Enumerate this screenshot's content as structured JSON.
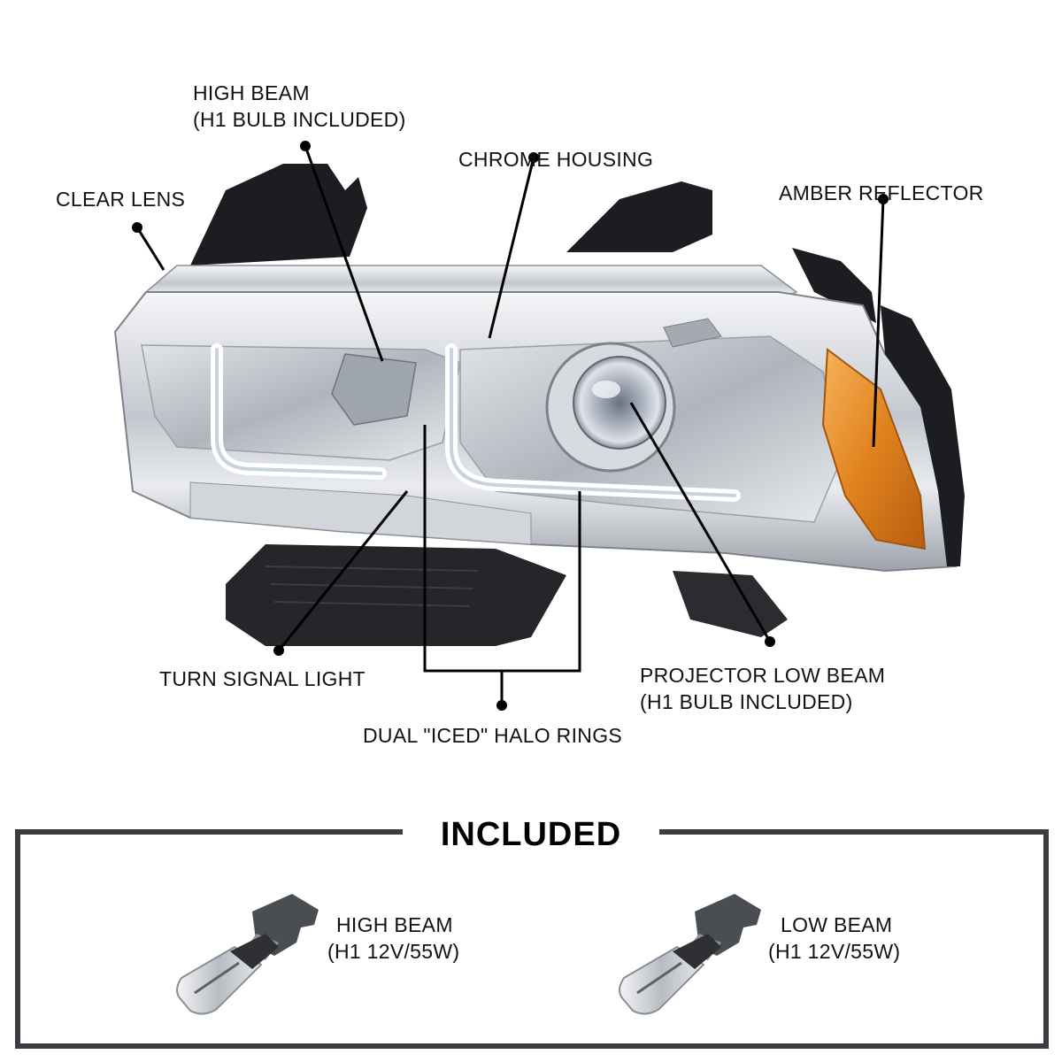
{
  "diagram": {
    "callouts": {
      "high_beam": {
        "line1": "HIGH BEAM",
        "line2": "(H1 BULB INCLUDED)"
      },
      "chrome_housing": {
        "text": "CHROME HOUSING"
      },
      "clear_lens": {
        "text": "CLEAR LENS"
      },
      "amber_reflector": {
        "text": "AMBER REFLECTOR"
      },
      "turn_signal": {
        "text": "TURN SIGNAL LIGHT"
      },
      "projector_low_beam": {
        "line1": "PROJECTOR LOW BEAM",
        "line2": "(H1 BULB INCLUDED)"
      },
      "halo_rings": {
        "text": "DUAL \"ICED\" HALO RINGS"
      }
    },
    "included": {
      "title": "INCLUDED",
      "items": [
        {
          "line1": "HIGH BEAM",
          "line2": "(H1 12V/55W)"
        },
        {
          "line1": "LOW BEAM",
          "line2": "(H1 12V/55W)"
        }
      ]
    },
    "colors": {
      "frame": "#3a3d42",
      "leader": "#000000",
      "amber": "#e0821e",
      "housing_black": "#1c1d20",
      "chrome": "#c9cdd2"
    }
  }
}
